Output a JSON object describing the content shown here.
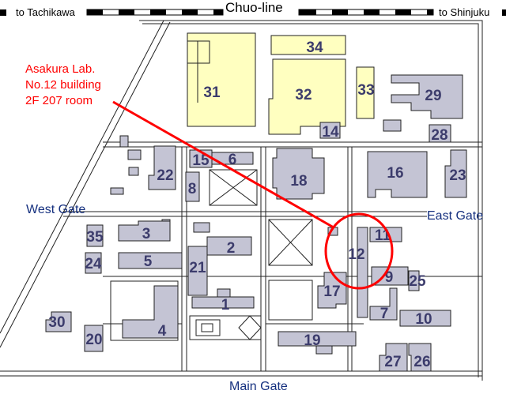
{
  "rail": {
    "line_name": "Chuo-line",
    "west_label": "to Tachikawa",
    "east_label": "to Shinjuku"
  },
  "annotation": {
    "line1": "Asakura Lab.",
    "line2": "No.12 building",
    "line3": "2F 207 room",
    "color": "#ff0000"
  },
  "gates": {
    "west": "West Gate",
    "east": "East Gate",
    "main": "Main Gate"
  },
  "buildings": {
    "b1": "1",
    "b2": "2",
    "b3": "3",
    "b4": "4",
    "b5": "5",
    "b6": "6",
    "b7": "7",
    "b8": "8",
    "b9": "9",
    "b10": "10",
    "b11": "11",
    "b12": "12",
    "b14": "14",
    "b15": "15",
    "b16": "16",
    "b17": "17",
    "b18": "18",
    "b19": "19",
    "b20": "20",
    "b21": "21",
    "b22": "22",
    "b23": "23",
    "b24": "24",
    "b25": "25",
    "b26": "26",
    "b27": "27",
    "b28": "28",
    "b29": "29",
    "b30": "30",
    "b31": "31",
    "b32": "32",
    "b33": "33",
    "b34": "34",
    "b35": "35"
  },
  "colors": {
    "building": "#c4c4d4",
    "highlight_area": "#ffffc0",
    "gate_text": "#15307f"
  }
}
